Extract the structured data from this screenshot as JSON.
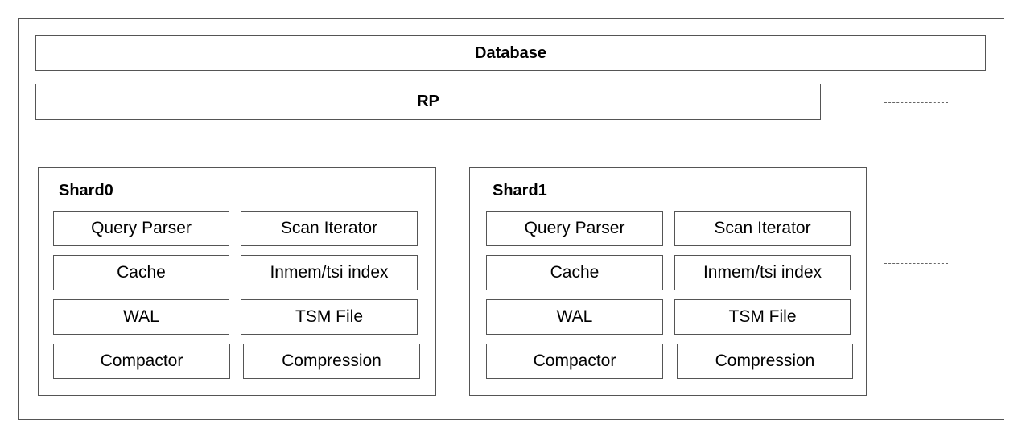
{
  "database": {
    "label": "Database"
  },
  "rp": {
    "label": "RP"
  },
  "ellipsis_rows": 2,
  "shards": [
    {
      "name": "Shard0",
      "components": [
        "Query Parser",
        "Scan Iterator",
        "Cache",
        "Inmem/tsi index",
        "WAL",
        "TSM File",
        "Compactor",
        "Compression"
      ]
    },
    {
      "name": "Shard1",
      "components": [
        "Query Parser",
        "Scan Iterator",
        "Cache",
        "Inmem/tsi index",
        "WAL",
        "TSM File",
        "Compactor",
        "Compression"
      ]
    }
  ]
}
